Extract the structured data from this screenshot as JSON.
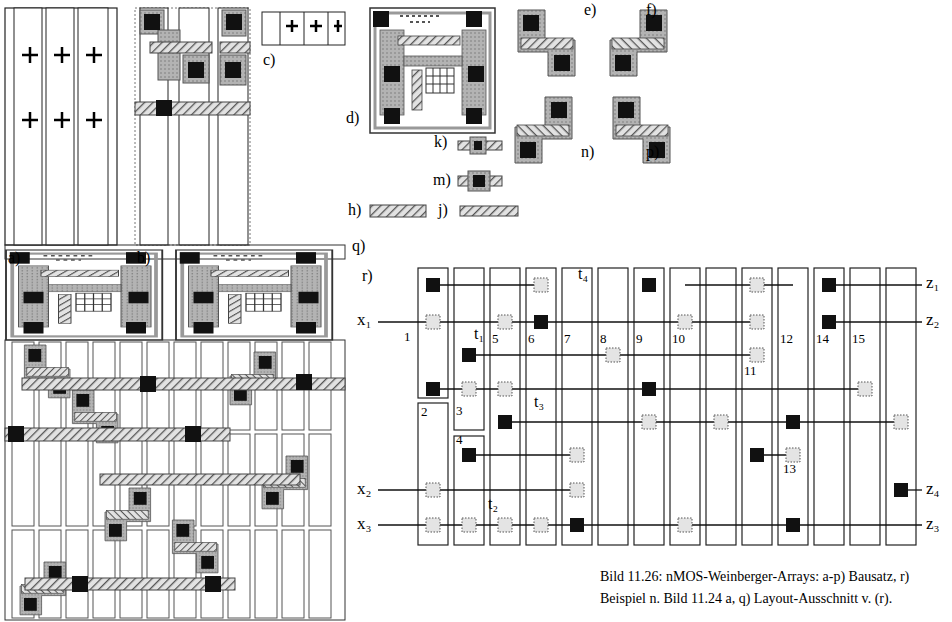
{
  "diagram": {
    "caption": "Bild 11.26: nMOS-Weinberger-Arrays: a-p) Bausatz, r) Beispiel n. Bild 11.24 a, q) Layout-Ausschnitt v. (r).",
    "labels": [
      "a)",
      "b)",
      "c)",
      "d)",
      "e)",
      "f)",
      "k)",
      "h)",
      "j)",
      "m)",
      "n)",
      "p)",
      "q)",
      "r)",
      "x₁",
      "x₂",
      "x₃",
      "z₁",
      "z₂",
      "z₄",
      "z₃",
      "t₁",
      "t₂",
      "t₃",
      "t₄",
      "1",
      "2",
      "3",
      "4",
      "5",
      "6",
      "7",
      "8",
      "9",
      "10",
      "11",
      "12",
      "13",
      "14",
      "15"
    ]
  }
}
